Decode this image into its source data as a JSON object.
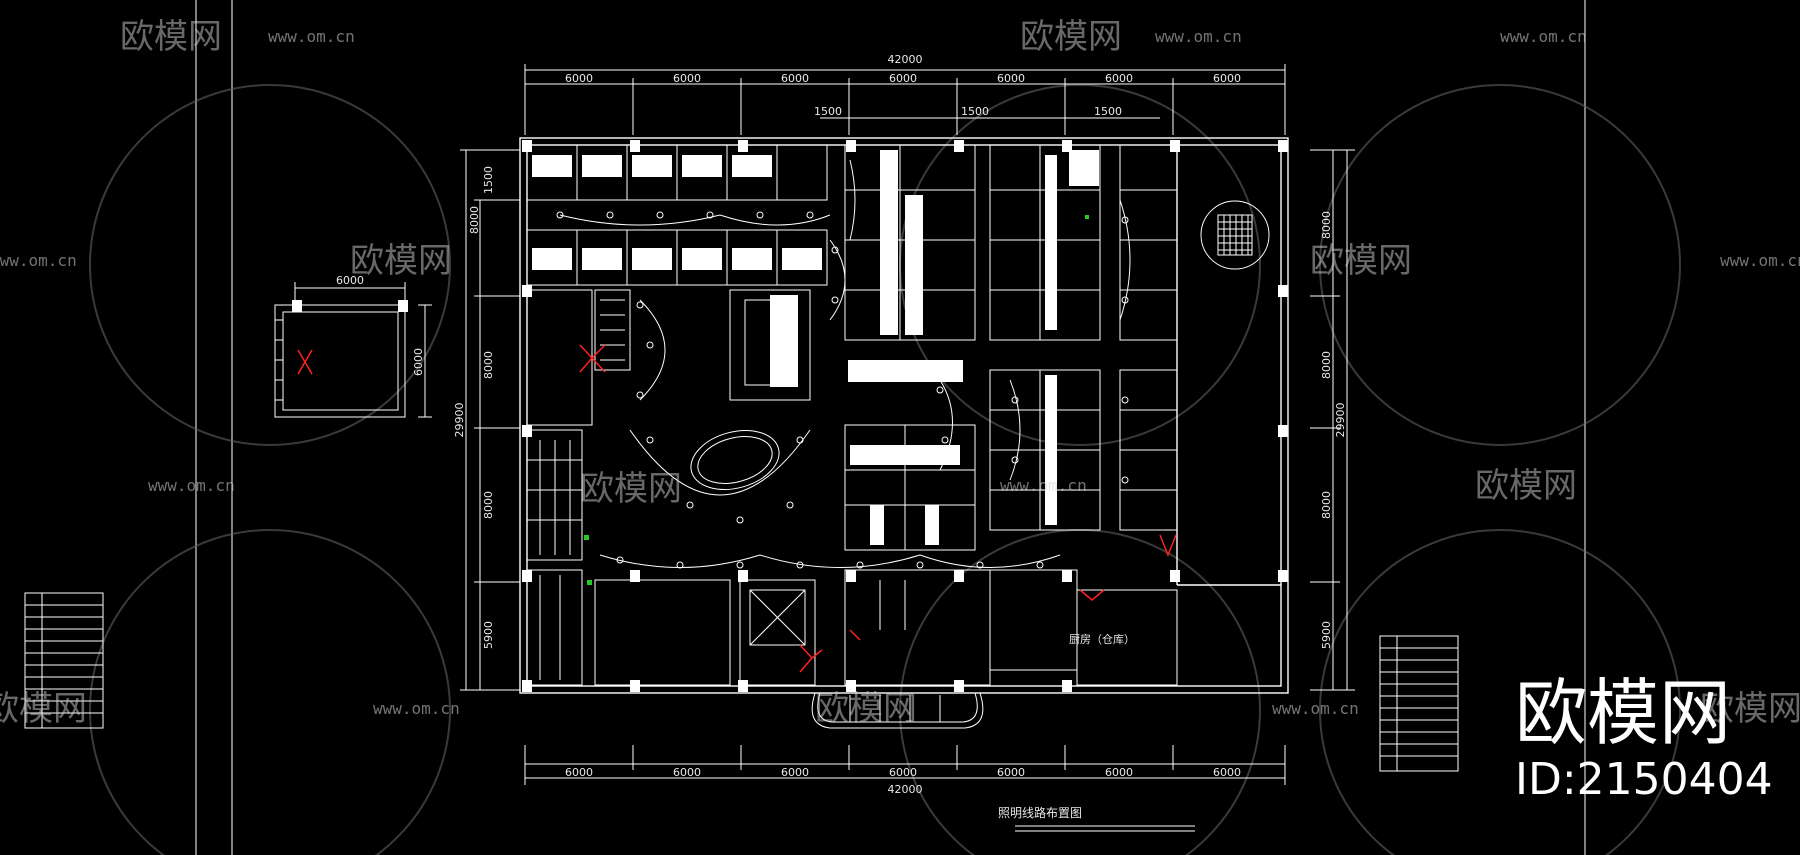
{
  "drawing": {
    "title": "照明线路布置图",
    "total_width_label": "42000",
    "bay_labels": [
      "6000",
      "6000",
      "6000",
      "6000",
      "6000",
      "6000",
      "6000"
    ],
    "corridor_labels": [
      "1500",
      "1500",
      "1500"
    ],
    "right_side_labels": [
      "8000",
      "8000",
      "8000",
      "5900"
    ],
    "right_total_label": "29900",
    "left_side_labels": [
      "1500",
      "8000",
      "8000",
      "8000",
      "5900"
    ],
    "left_total_label": "29900",
    "small_plan_width": "6000",
    "small_plan_height": "6000",
    "room_label": "厨房（仓库）"
  },
  "watermark": {
    "site": "www.om.cn",
    "brand": "欧模网",
    "id": "ID:2150404"
  },
  "colors": {
    "background": "#000000",
    "line": "#ffffff",
    "accent_red": "#ff2020",
    "accent_green": "#22cc22"
  }
}
